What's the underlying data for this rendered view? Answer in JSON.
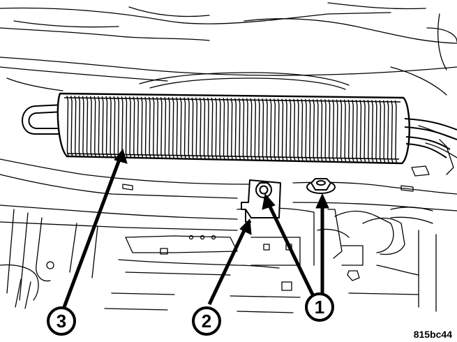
{
  "callouts": [
    {
      "id": "1",
      "label": "1"
    },
    {
      "id": "2",
      "label": "2"
    },
    {
      "id": "3",
      "label": "3"
    }
  ],
  "figure_id": "815bc44",
  "colors": {
    "line": "#000000",
    "background": "#ffffff",
    "fill": "#ffffff"
  }
}
